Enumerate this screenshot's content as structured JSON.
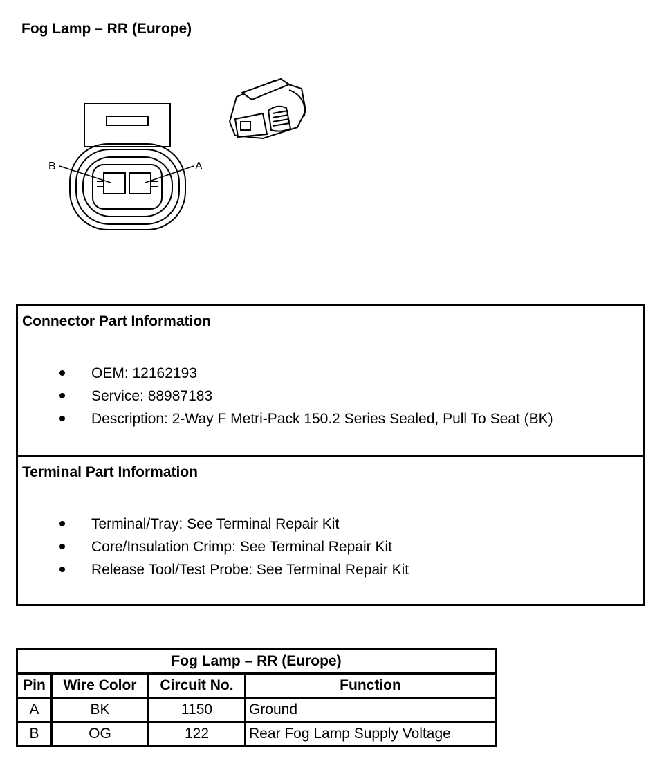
{
  "page": {
    "title": "Fog Lamp – RR (Europe)"
  },
  "diagram": {
    "label_b": "B",
    "label_a": "A"
  },
  "connector_info": {
    "heading": "Connector Part Information",
    "items": [
      "OEM: 12162193",
      "Service: 88987183",
      "Description: 2-Way F Metri-Pack 150.2 Series Sealed, Pull To Seat (BK)"
    ]
  },
  "terminal_info": {
    "heading": "Terminal Part Information",
    "items": [
      "Terminal/Tray: See Terminal Repair Kit",
      "Core/Insulation Crimp: See Terminal Repair Kit",
      "Release Tool/Test Probe: See Terminal Repair Kit"
    ]
  },
  "pin_table": {
    "caption": "Fog Lamp – RR (Europe)",
    "headers": [
      "Pin",
      "Wire Color",
      "Circuit No.",
      "Function"
    ],
    "rows": [
      [
        "A",
        "BK",
        "1150",
        "Ground"
      ],
      [
        "B",
        "OG",
        "122",
        "Rear Fog Lamp Supply Voltage"
      ]
    ]
  }
}
